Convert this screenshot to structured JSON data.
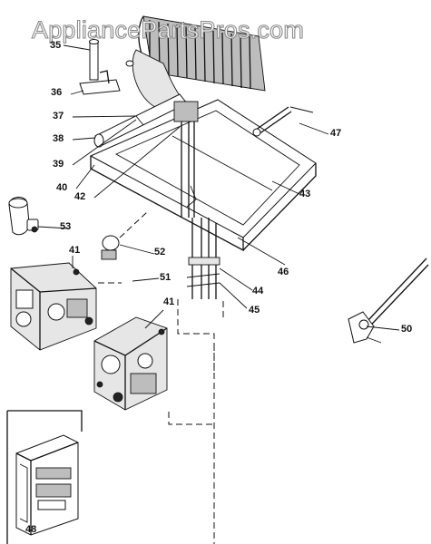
{
  "watermark": "AppliancePartsPros.com",
  "callouts": {
    "p35": "35",
    "p36": "36",
    "p37": "37",
    "p38": "38",
    "p39": "39",
    "p40": "40",
    "p41a": "41",
    "p41b": "41",
    "p42": "42",
    "p43": "43",
    "p44": "44",
    "p45": "45",
    "p46": "46",
    "p47": "47",
    "p48": "48",
    "p50": "50",
    "p51": "51",
    "p52": "52",
    "p53": "53"
  }
}
